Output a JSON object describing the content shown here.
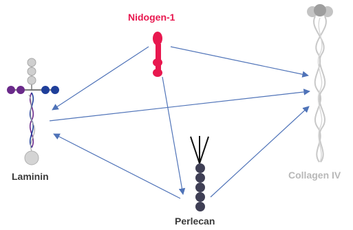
{
  "molecules": {
    "nidogen": {
      "name": "Nidogen-1",
      "color": "#e8184f"
    },
    "laminin": {
      "name": "Laminin",
      "color": "#3a3a3a",
      "chain_colors": [
        "#6a2a8a",
        "#1f3f9a",
        "#c8c8c8"
      ]
    },
    "perlecan": {
      "name": "Perlecan",
      "color": "#3a3a3a",
      "core_color": "#3f3f55"
    },
    "collagen": {
      "name": "Collagen IV",
      "color": "#b8b8b8"
    }
  },
  "arrow_color": "#4f73b8",
  "interactions": [
    {
      "from": "Nidogen-1",
      "to": "Laminin"
    },
    {
      "from": "Nidogen-1",
      "to": "Collagen IV"
    },
    {
      "from": "Nidogen-1",
      "to": "Perlecan"
    },
    {
      "from": "Laminin",
      "to": "Collagen IV"
    },
    {
      "from": "Perlecan",
      "to": "Laminin"
    },
    {
      "from": "Perlecan",
      "to": "Collagen IV"
    }
  ]
}
